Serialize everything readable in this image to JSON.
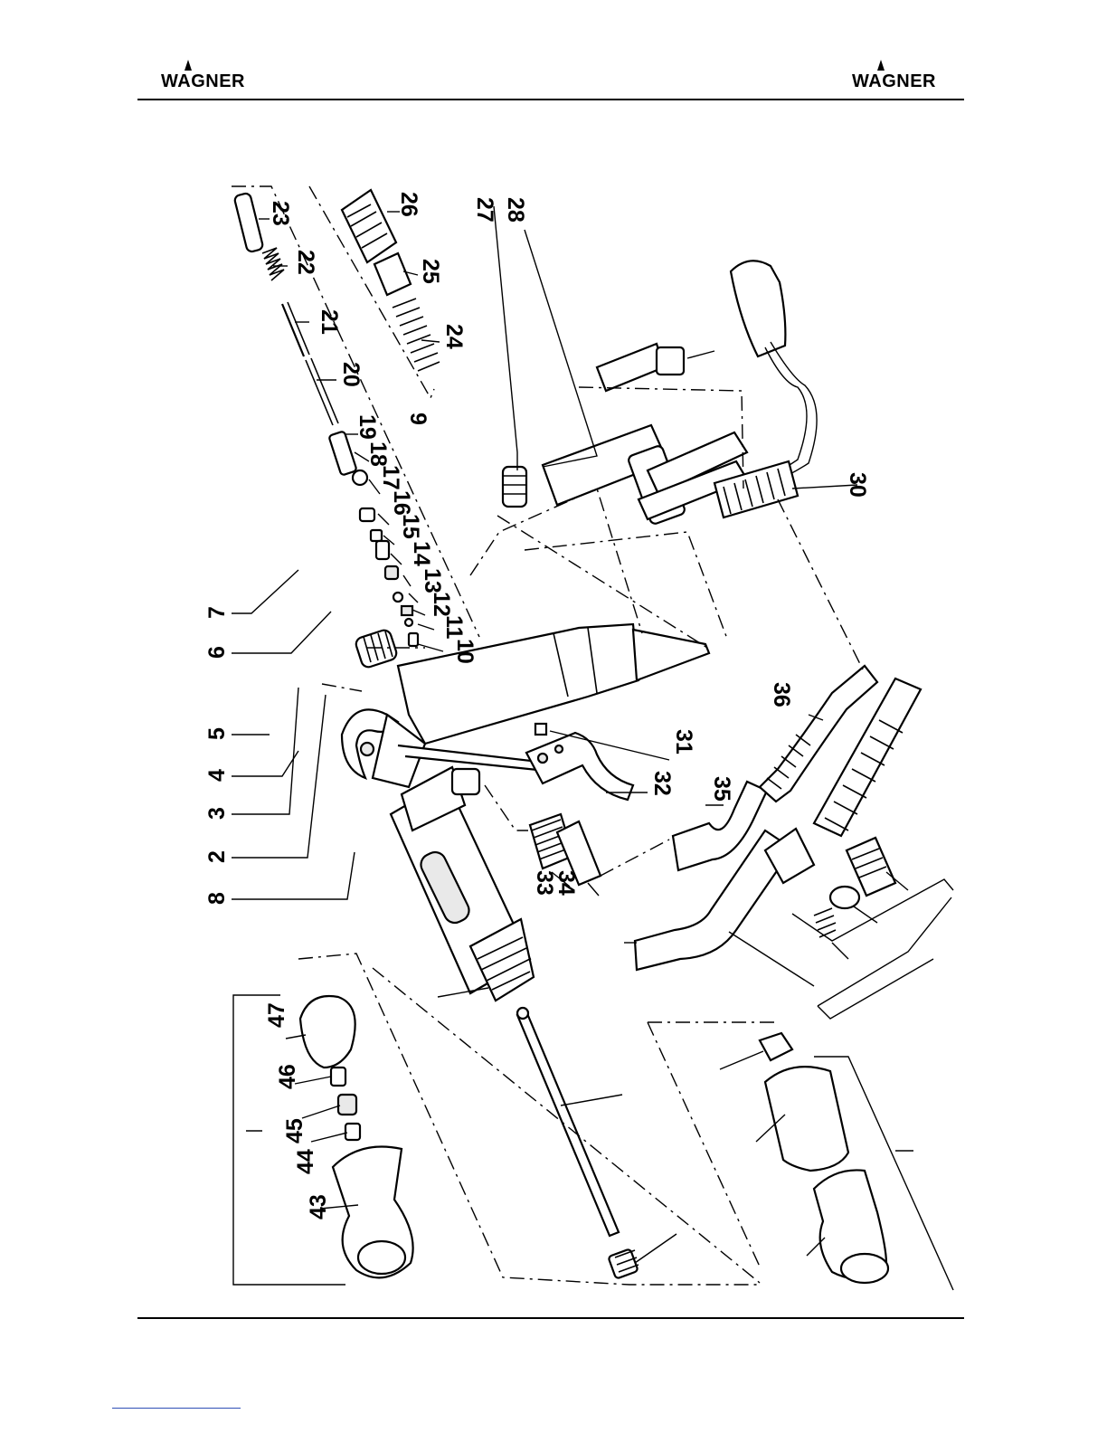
{
  "header": {
    "brand_left": "WAGNER",
    "brand_right": "WAGNER"
  },
  "diagram": {
    "part_numbers": [
      "2",
      "3",
      "4",
      "5",
      "6",
      "7",
      "8",
      "9",
      "10",
      "11",
      "12",
      "13",
      "14",
      "15",
      "16",
      "17",
      "18",
      "19",
      "20",
      "21",
      "22",
      "23",
      "24",
      "25",
      "26",
      "27",
      "28",
      "30",
      "31",
      "32",
      "33",
      "34",
      "35",
      "36",
      "43",
      "44",
      "45",
      "46",
      "47"
    ]
  },
  "colors": {
    "ink": "#000000",
    "footer_link": "#2f4fb5"
  }
}
